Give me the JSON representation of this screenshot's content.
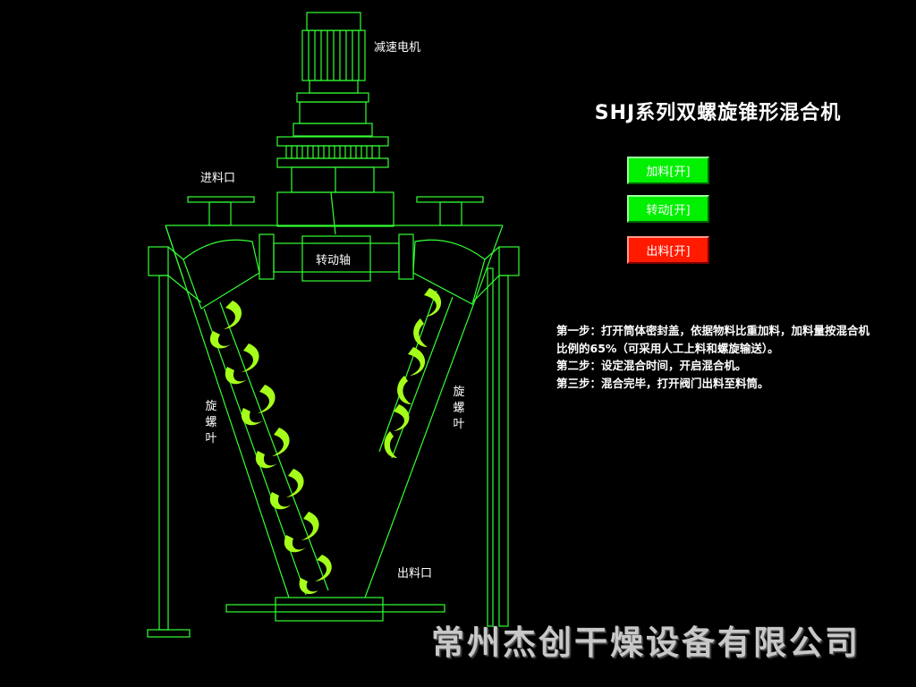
{
  "title": "SHJ系列双螺旋锥形混合机",
  "labels": {
    "motor": "减速电机",
    "inlet": "进料口",
    "shaft": "转动轴",
    "blade_left": [
      "旋",
      "螺",
      "叶"
    ],
    "blade_right": [
      "旋",
      "螺",
      "叶"
    ],
    "outlet": "出料口"
  },
  "buttons": {
    "feed": "加料[开]",
    "rotate": "转动[开]",
    "discharge": "出料[开]"
  },
  "steps": [
    "第一步：打开筒体密封盖，依据物料比重加料，加料量按混合机",
    "比例的65%（可采用人工上料和螺旋输送）。",
    "第二步：设定混合时间，开启混合机。",
    "第三步：混合完毕，打开阀门出料至料筒。"
  ],
  "company": "常州杰创干燥设备有限公司",
  "colors": {
    "line": "#33ff33",
    "spiral": "#a6ff1a",
    "button_on": "#00f000",
    "button_off": "#ff1a00",
    "background": "#000000"
  }
}
